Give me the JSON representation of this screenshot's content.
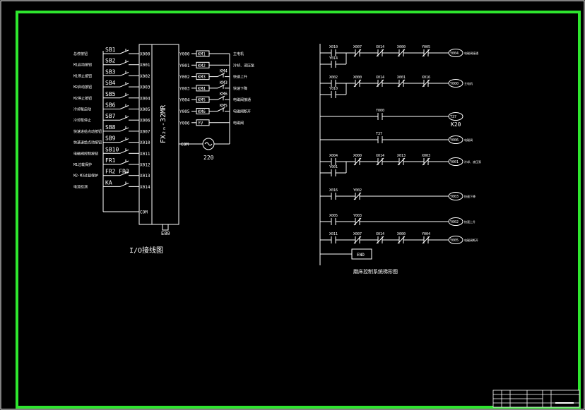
{
  "sheet": {
    "frame_color": "#2ee62e",
    "line_color": "#ffffff",
    "background": "#000000"
  },
  "io_diagram": {
    "caption": "I/O接线图",
    "plc_model": "FX₂ₙ-32MR",
    "bottom_label": "E80",
    "inputs": [
      {
        "switch": "SB1",
        "terminal": "X000",
        "desc": "总停按钮"
      },
      {
        "switch": "SB2",
        "terminal": "X001",
        "desc": "M1启动按钮"
      },
      {
        "switch": "SB3",
        "terminal": "X002",
        "desc": "M1停止按钮"
      },
      {
        "switch": "SB4",
        "terminal": "X003",
        "desc": "M2启动按钮"
      },
      {
        "switch": "SB5",
        "terminal": "X004",
        "desc": "M2停止按钮"
      },
      {
        "switch": "SB6",
        "terminal": "X005",
        "desc": "冷却泵启动"
      },
      {
        "switch": "SB7",
        "terminal": "X006",
        "desc": "冷却泵停止"
      },
      {
        "switch": "SB8",
        "terminal": "X007",
        "desc": "快速进给点动按钮"
      },
      {
        "switch": "SB9",
        "terminal": "X010",
        "desc": "快速退给点动按钮"
      },
      {
        "switch": "SB10",
        "terminal": "X011",
        "desc": "电磁阀控制按钮"
      },
      {
        "switch": "FR1",
        "terminal": "X012",
        "desc": "M1过载保护"
      },
      {
        "switch": "FR2 FR3",
        "terminal": "X013",
        "desc": "M2·M3过载保护"
      },
      {
        "switch": "KA",
        "terminal": "X014",
        "desc": "电流检测"
      },
      {
        "switch": "",
        "terminal": "COM",
        "desc": ""
      }
    ],
    "outputs": [
      {
        "terminal": "Y000",
        "coil": "KM1",
        "desc": "主电机"
      },
      {
        "terminal": "Y001",
        "coil": "KM2",
        "desc": "冷却、液压泵"
      },
      {
        "terminal": "Y002",
        "coil": "KM3",
        "desc": "快速上升",
        "interlock": "KM4"
      },
      {
        "terminal": "Y003",
        "coil": "KM4",
        "desc": "快速下降",
        "interlock": "KM3"
      },
      {
        "terminal": "Y004",
        "coil": "KM5",
        "desc": "电磁阀接通",
        "interlock": "KM6"
      },
      {
        "terminal": "Y005",
        "coil": "KM6",
        "desc": "电磁阀断开",
        "interlock": "KM5"
      },
      {
        "terminal": "Y006",
        "coil": "YV",
        "desc": "电磁阀"
      },
      {
        "terminal": "COM",
        "coil": "",
        "desc": ""
      }
    ],
    "supply_voltage": "220"
  },
  "ladder": {
    "caption": "磨床控制系统梯形图",
    "rungs": [
      {
        "contacts": [
          "X010",
          "X007",
          "X014",
          "X000",
          "Y005"
        ],
        "parallel": "Y014",
        "coil": "Y004",
        "coil_desc": "电磁阀接通"
      },
      {
        "contacts": [
          "X002",
          "X000",
          "X014",
          "X001",
          "X016"
        ],
        "parallel": "Y010",
        "coil": "Y000",
        "coil_desc": "主电机"
      },
      {
        "contacts": [
          "Y000"
        ],
        "parallel": "",
        "coil": "T37",
        "coil_desc": "",
        "coil_sub": "K20"
      },
      {
        "contacts": [
          "T37"
        ],
        "parallel": "",
        "coil": "Y006",
        "coil_desc": "电磁阀"
      },
      {
        "contacts": [
          "X004",
          "X000",
          "X014",
          "X013",
          "X003"
        ],
        "parallel": "Y001",
        "coil": "Y001",
        "coil_desc": "冷却、液压泵"
      },
      {
        "contacts": [
          "X016",
          "Y002"
        ],
        "parallel": "",
        "coil": "Y003",
        "coil_desc": "快速下降"
      },
      {
        "contacts": [
          "X005",
          "Y003"
        ],
        "parallel": "",
        "coil": "Y002",
        "coil_desc": "快速上升"
      },
      {
        "contacts": [
          "X011",
          "X007",
          "X014",
          "X000",
          "Y004"
        ],
        "parallel": "",
        "coil": "Y005",
        "coil_desc": "电磁阀断开"
      }
    ],
    "end_label": "END"
  }
}
